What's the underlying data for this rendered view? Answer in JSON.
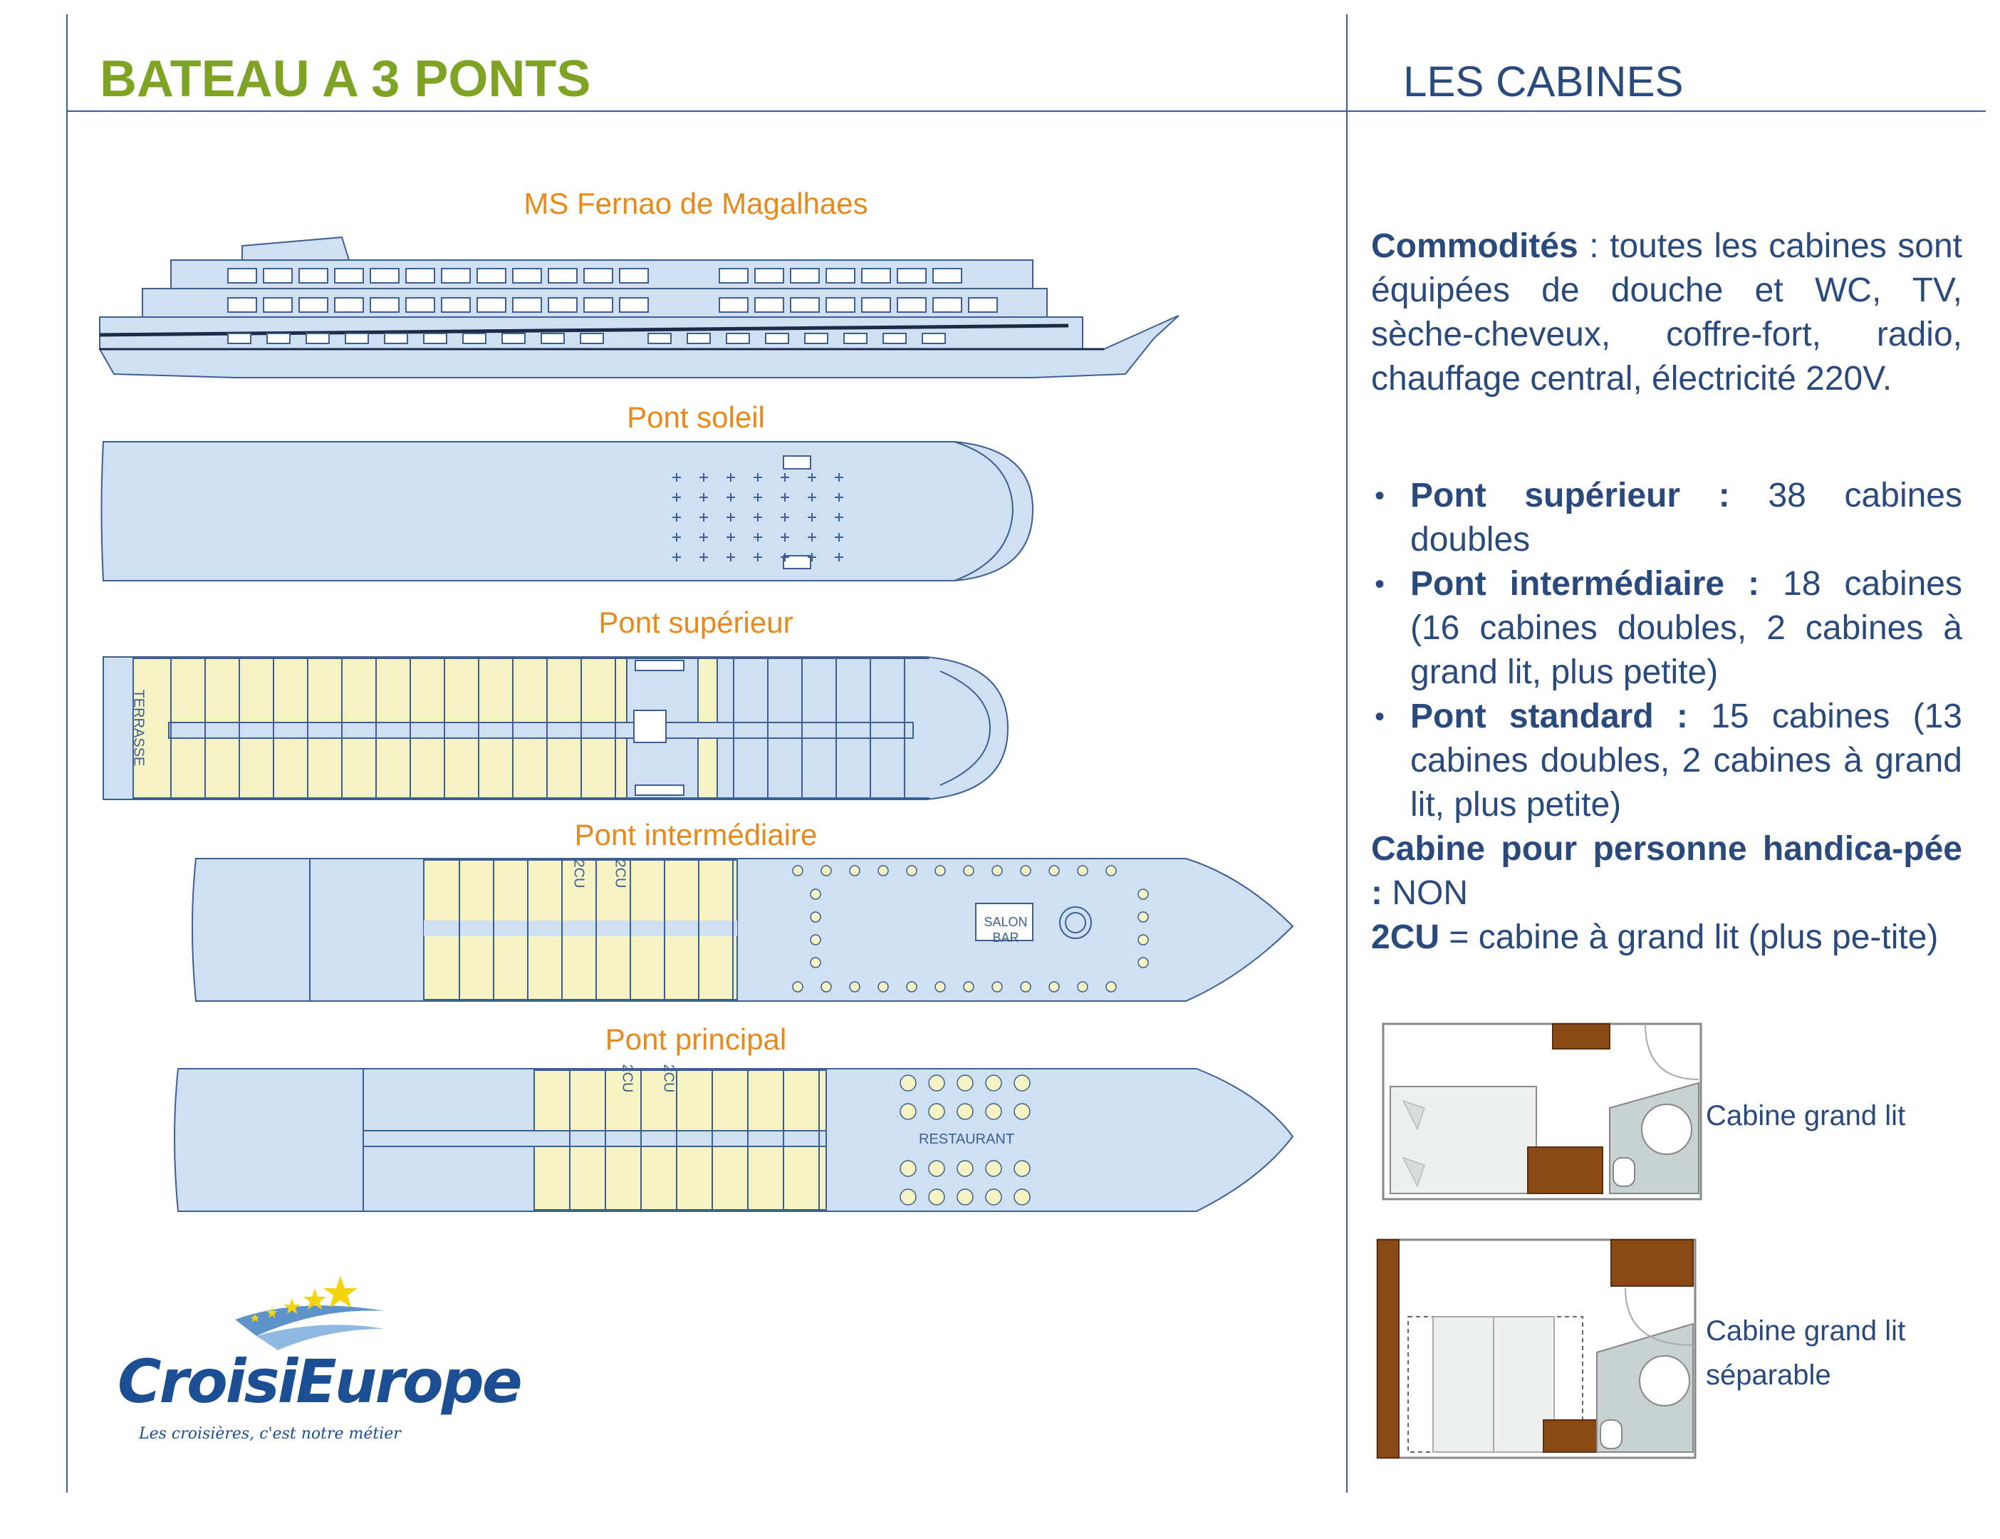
{
  "header": {
    "title_left": "BATEAU A 3 PONTS",
    "title_right": "LES CABINES"
  },
  "decks": {
    "ship_name": "MS Fernao de Magalhaes",
    "soleil": "Pont soleil",
    "superieur": "Pont supérieur",
    "intermediaire": "Pont intermédiaire",
    "principal": "Pont principal",
    "terrasse": "TERRASSE",
    "salon_bar_1": "SALON",
    "salon_bar_2": "BAR",
    "restaurant": "RESTAURANT",
    "code_2cu": "2CU"
  },
  "info": {
    "commodites_label": "Commodités",
    "commodites_text": " : toutes les cabines sont équipées de douche et WC, TV, sèche-cheveux, coffre-fort, radio, chauffage central, électricité 220V.",
    "bullets": [
      {
        "label": "Pont supérieur :",
        "text": " 38 cabines doubles"
      },
      {
        "label": "Pont intermédiaire :",
        "text": " 18 cabines (16 cabines doubles, 2 cabines à grand lit, plus petite)"
      },
      {
        "label": "Pont standard :",
        "text": " 15 cabines (13 cabines doubles, 2 cabines à grand lit, plus petite)"
      }
    ],
    "handicap_label": "Cabine pour personne handica-pée :",
    "handicap_value": " NON",
    "cu_label": "2CU",
    "cu_text": " = cabine à grand lit (plus pe-tite)"
  },
  "cabins": {
    "cabin1_label": "Cabine grand lit",
    "cabin2_label_1": "Cabine grand lit",
    "cabin2_label_2": "séparable"
  },
  "logo": {
    "brand": "CroisiEurope",
    "tagline": "Les croisières, c'est notre métier"
  },
  "colors": {
    "title_green": "#7fa324",
    "text_blue": "#2a4a7e",
    "label_orange": "#e8891b",
    "deck_blue": "#cfe0f2",
    "cabin_yellow": "#f6f3c4",
    "wood": "#8a4a15"
  }
}
